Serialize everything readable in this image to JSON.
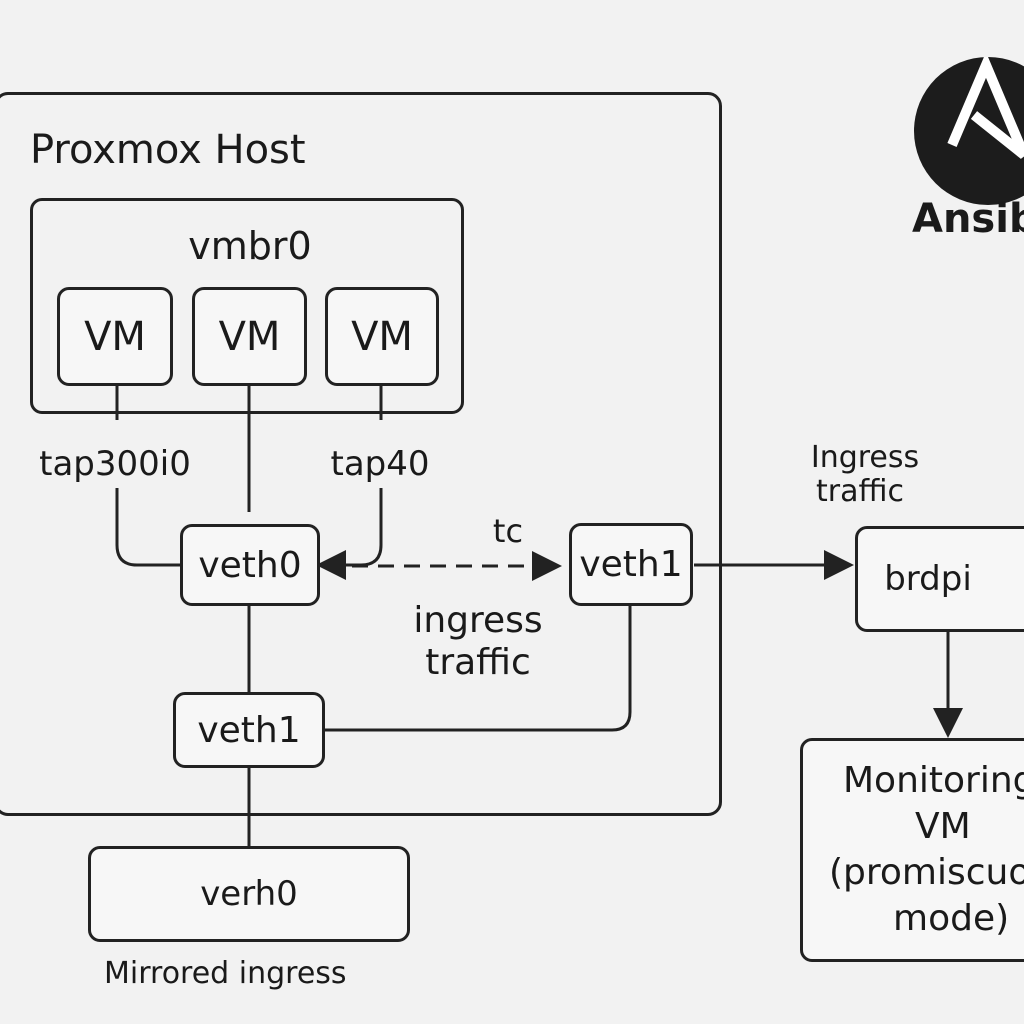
{
  "host": {
    "title": "Proxmox Host"
  },
  "bridge": {
    "name": "vmbr0",
    "vms": [
      "VM",
      "VM",
      "VM"
    ]
  },
  "interfaces": {
    "veth0": "veth0",
    "veth1_right": "veth1",
    "veth1_lower": "veth1",
    "verh0": "verh0",
    "brdpi": "brdpi"
  },
  "labels": {
    "tap_left": "tap300i0",
    "tap_right": "tap40",
    "tc": "tc",
    "ingress_traffic_mid_line1": "ingress",
    "ingress_traffic_mid_line2": "traffic",
    "ingress_traffic_right_line1": "Ingress",
    "ingress_traffic_right_line2": "traffic",
    "mirrored_ingress": "Mirrored ingress"
  },
  "monitoring_vm": {
    "line1": "Monitoring",
    "line2": "VM",
    "line3": "(promiscuous",
    "line4": "mode)"
  },
  "logo": {
    "name": "ansible-logo",
    "text": "Ansible",
    "color": "#1c1c1c"
  },
  "colors": {
    "stroke": "#222222",
    "background": "#f2f2f2"
  }
}
